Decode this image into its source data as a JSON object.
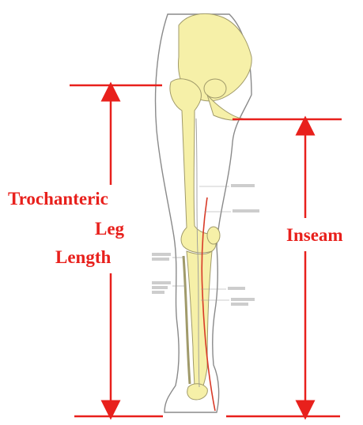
{
  "labels": {
    "trochanteric_line1": "Trochanteric",
    "trochanteric_line2": "Leg",
    "trochanteric_line3": "Length",
    "inseam": "Inseam"
  },
  "colors": {
    "accent": "#e8201c",
    "bone": "#f6f0a8",
    "outline": "#8a8a8a",
    "background": "#ffffff"
  }
}
